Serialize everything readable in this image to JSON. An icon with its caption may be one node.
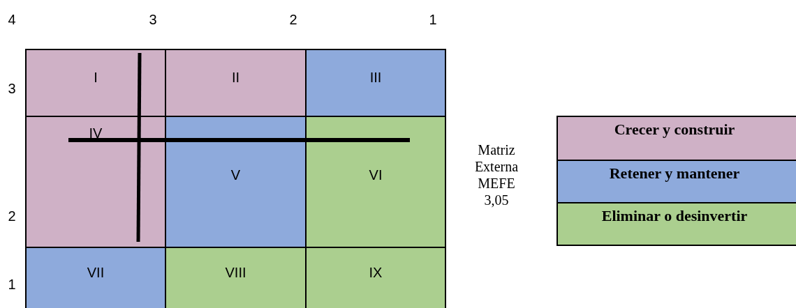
{
  "diagram": {
    "nodes": [
      {
        "text": [
          "I"
        ]
      },
      {
        "text": [
          "II"
        ]
      },
      {
        "text": [
          "III"
        ]
      },
      {
        "text": [
          "IV"
        ]
      },
      {
        "text": [
          "V"
        ]
      },
      {
        "text": [
          "VI"
        ]
      },
      {
        "text": [
          "VII"
        ]
      },
      {
        "text": [
          "VIII"
        ]
      },
      {
        "text": [
          "IX"
        ]
      }
    ],
    "labels": [
      "4",
      "3",
      "2",
      "1",
      "3",
      "2",
      "1",
      "Matriz Externa MEFE 3,05"
    ],
    "legend": [
      {
        "text": "Crecer y construir",
        "color": "#cfb1c6"
      },
      {
        "text": "Retener y mantener",
        "color": "#8eaadc"
      },
      {
        "text": "Eliminar o desinvertir",
        "color": "#abcf8f"
      }
    ]
  }
}
